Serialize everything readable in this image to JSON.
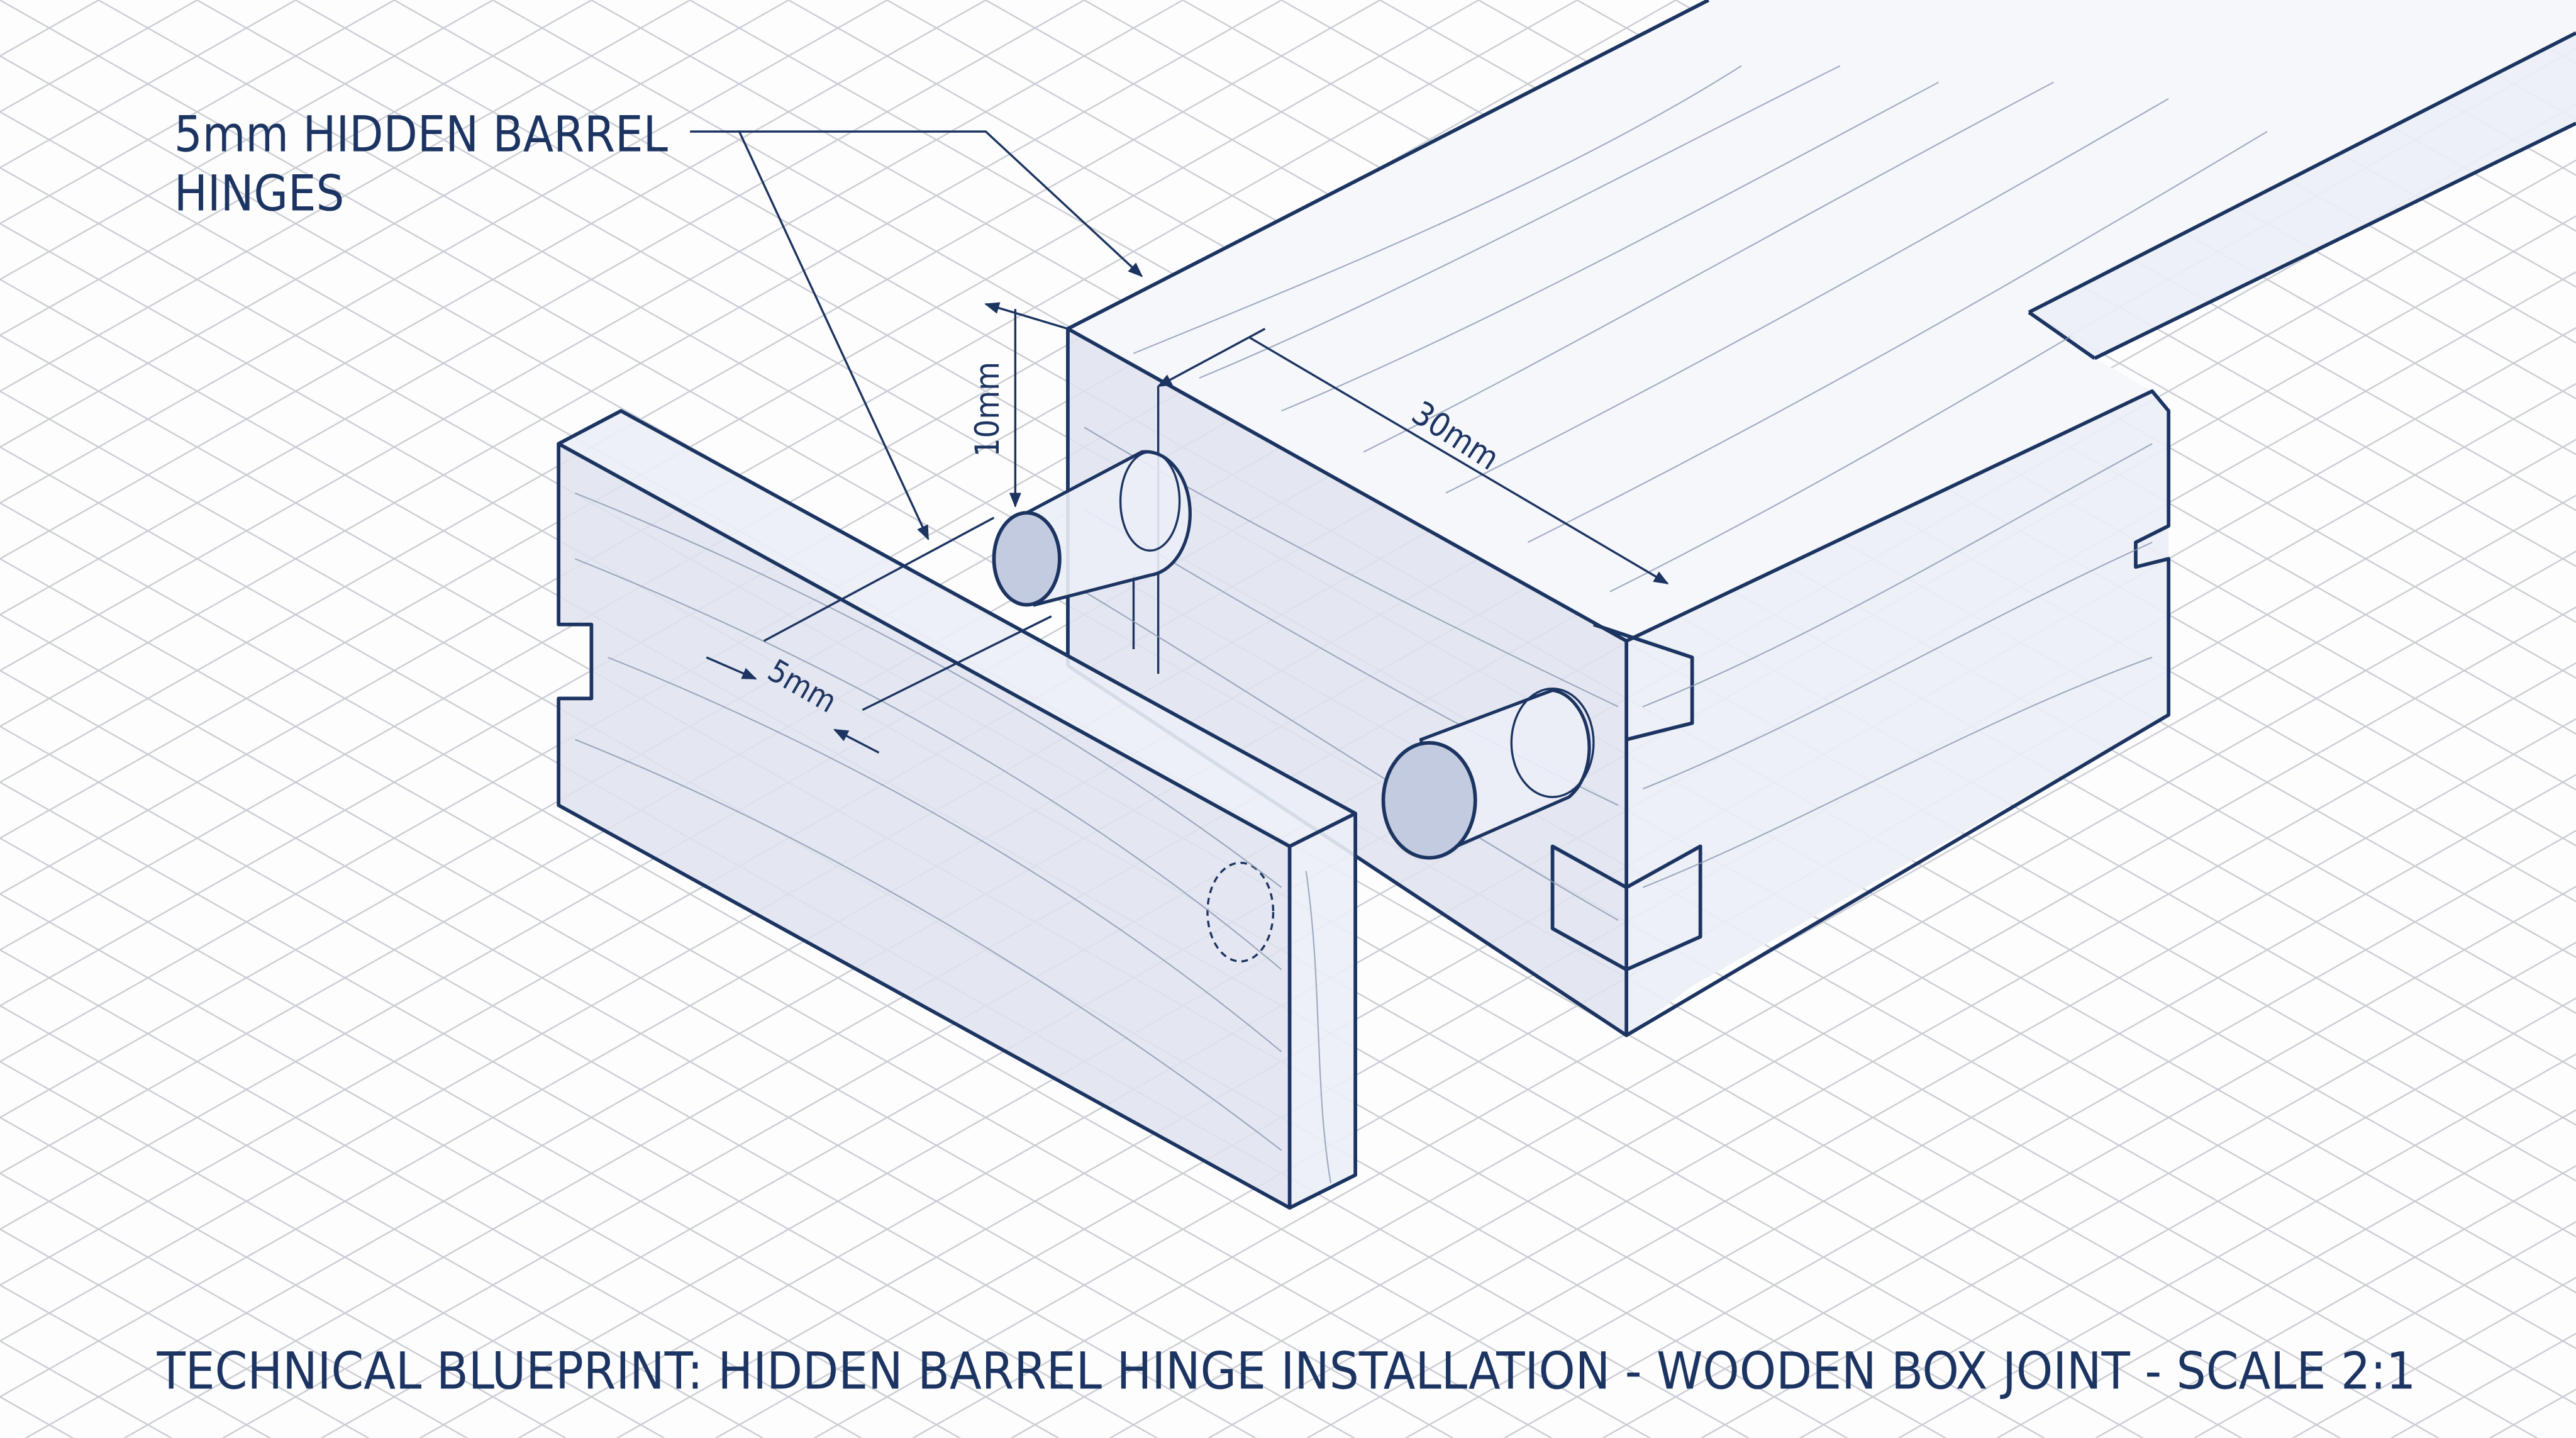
{
  "callout": {
    "line1": "5mm HIDDEN BARREL",
    "line2": "HINGES"
  },
  "dimensions": {
    "height": "10mm",
    "length": "30mm",
    "diameter": "5mm"
  },
  "title": "TECHNICAL BLUEPRINT: HIDDEN BARREL HINGE INSTALLATION - WOODEN BOX JOINT - SCALE 2:1",
  "colors": {
    "ink": "#1c3461",
    "grid": "#c9ccd3",
    "fill": "#dfe3ef"
  }
}
